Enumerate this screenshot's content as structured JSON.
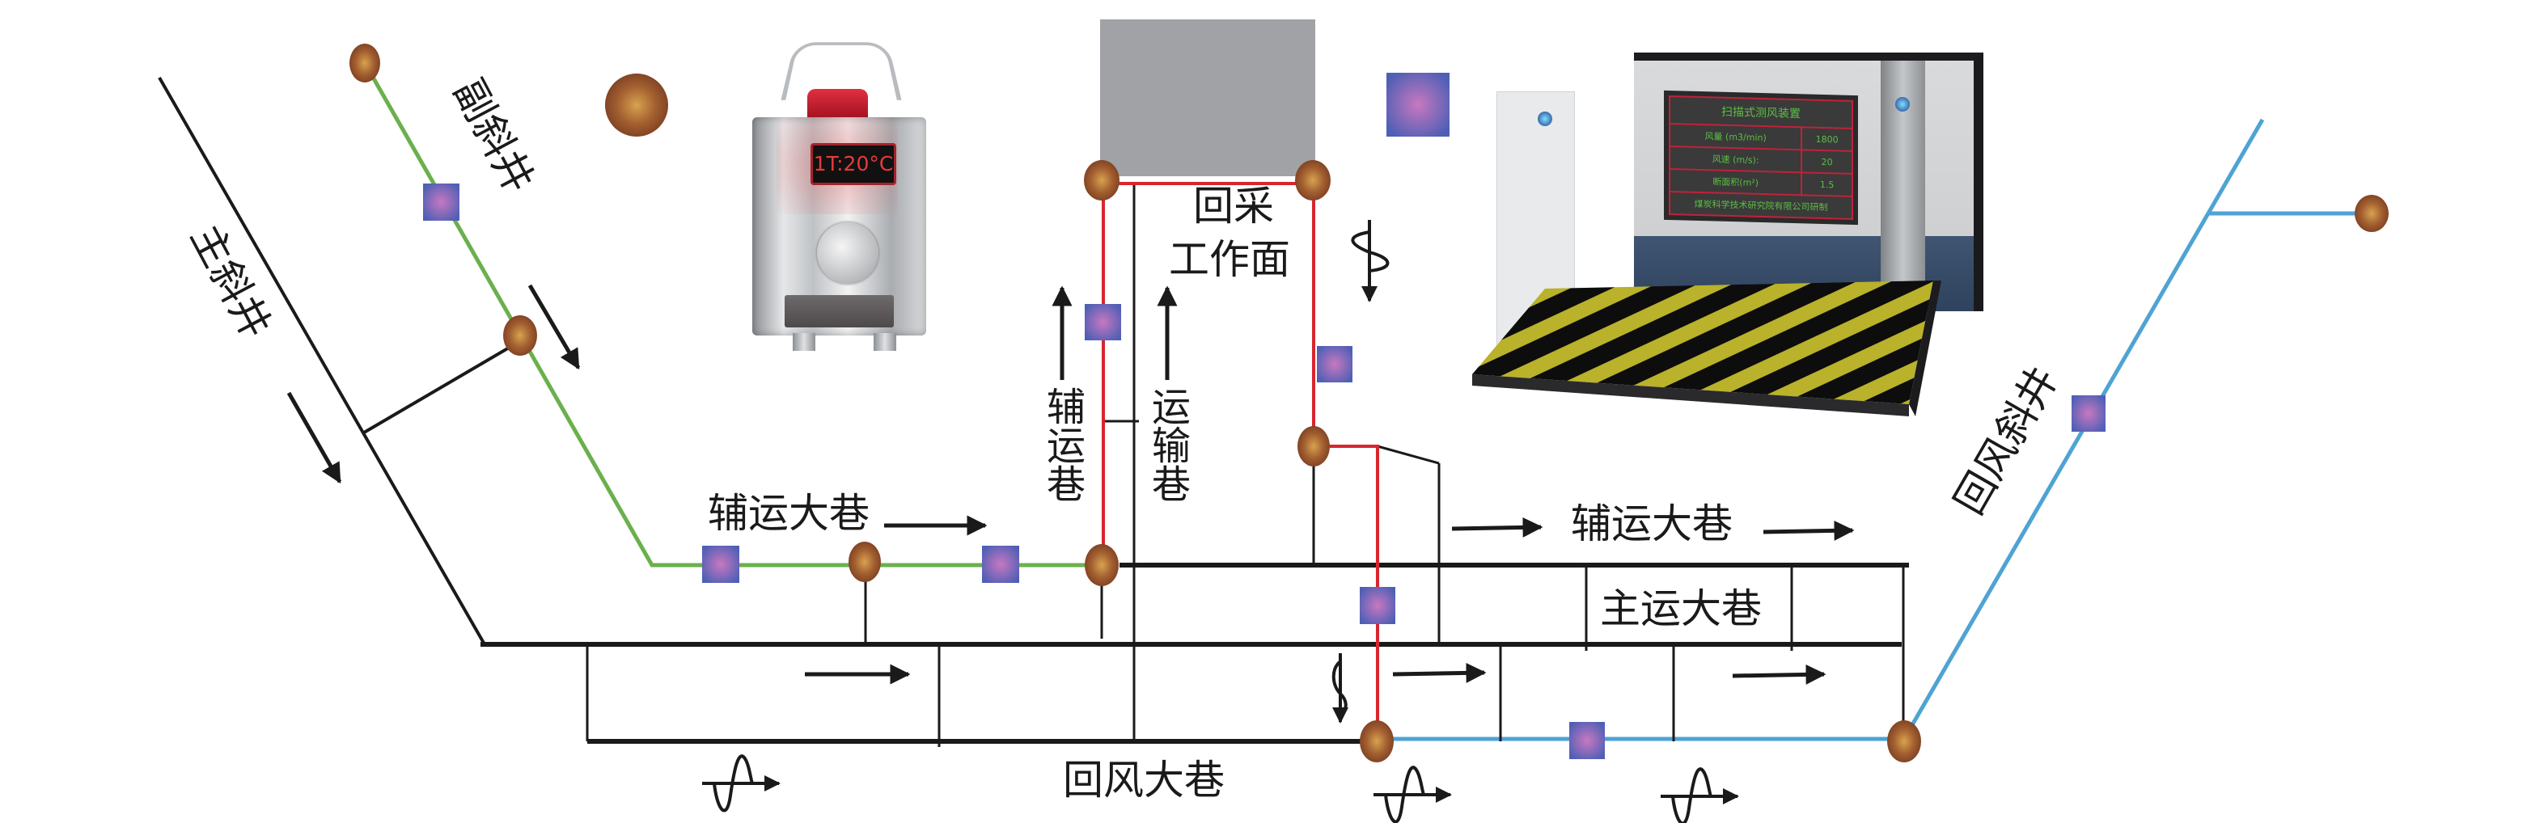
{
  "diagram": {
    "title": "Mine ventilation monitoring layout",
    "labels": {
      "main_incline": "主斜井",
      "aux_incline": "副斜井",
      "aux_haulage_roadway_left": "辅运大巷",
      "aux_haulage_roadway_right": "辅运大巷",
      "main_haulage_roadway": "主运大巷",
      "return_air_roadway": "回风大巷",
      "return_air_incline": "回风斜井",
      "working_face_line1": "回采",
      "working_face_line2": "工作面",
      "aux_transport_gateway": "辅运巷",
      "transport_gateway": "运输巷"
    },
    "colors": {
      "intake_aux_line": "#6ab04c",
      "working_face_line": "#d8262e",
      "return_line": "#4fa3d4",
      "roadway_line": "#1a1a1a",
      "goaf_block": "#a1a2a6",
      "sensor_node_edge": "#7a3e22",
      "sensor_node_center": "#d7a350",
      "monitor_square_edge": "#4f5fb5",
      "monitor_square_center": "#c878c0"
    }
  },
  "temperature_sensor": {
    "display_text": "1T:20°C"
  },
  "wind_monitor": {
    "title": "扫描式测风装置",
    "rows": [
      {
        "label": "风量 (m3/min)",
        "value": "1800"
      },
      {
        "label": "风速 (m/s):",
        "value": "20"
      },
      {
        "label": "断面积(m²)",
        "value": "1.5"
      }
    ],
    "footer": "煤炭科学技术研究院有限公司研制"
  },
  "legend_icons": {
    "node": "sensor-node-icon",
    "square": "wind-monitor-icon"
  }
}
